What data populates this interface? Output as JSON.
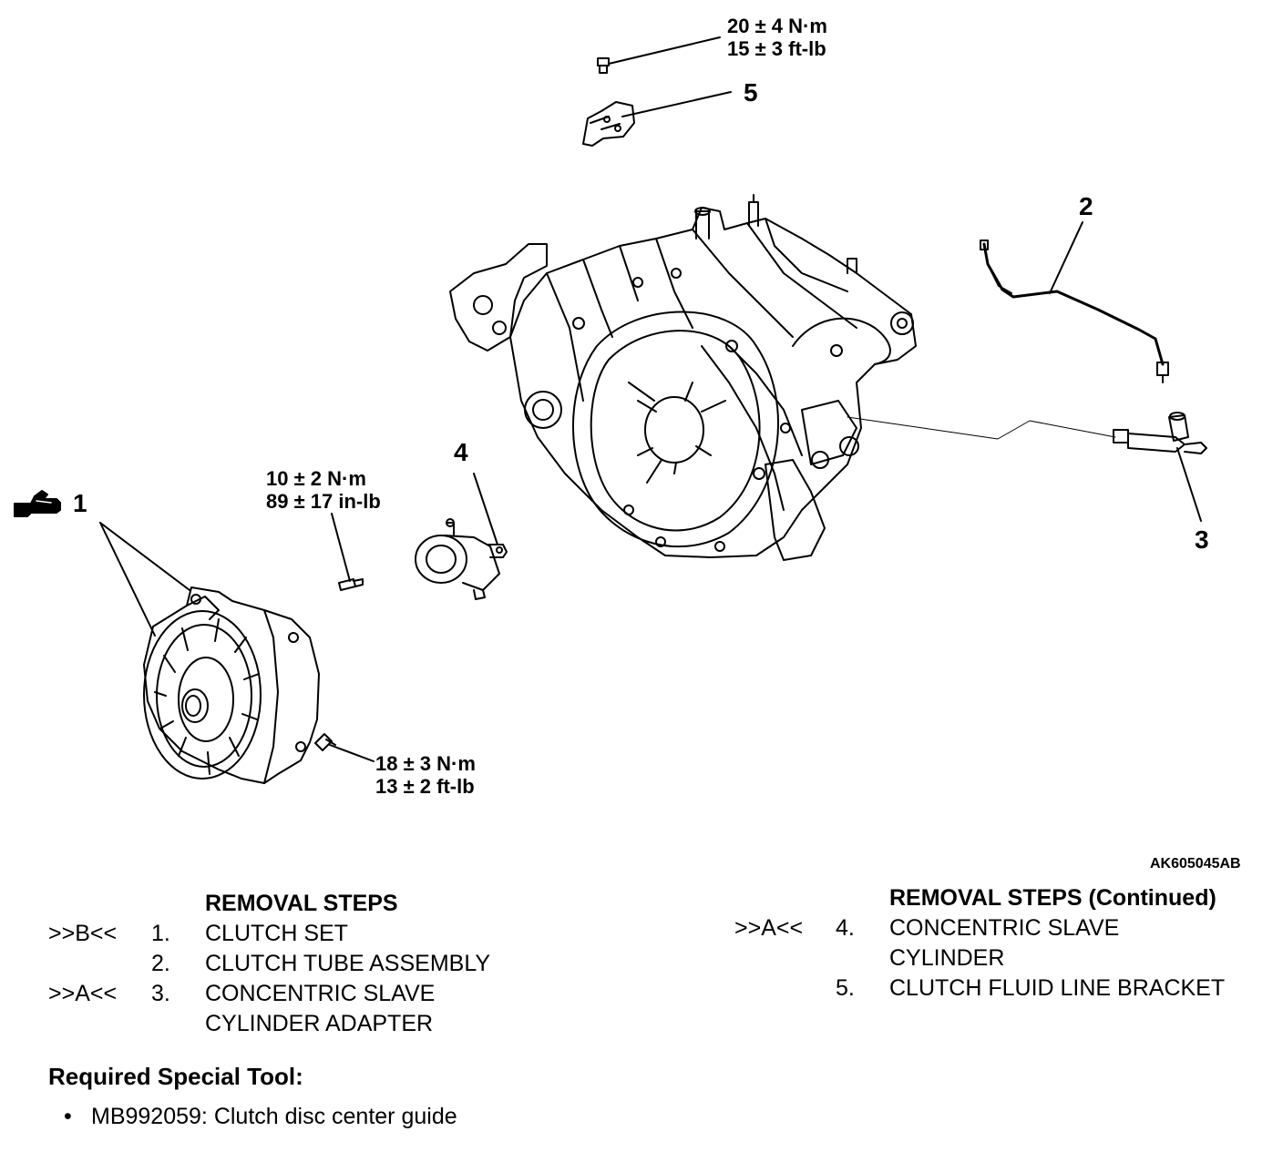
{
  "diagram": {
    "figure_id": "AK605045AB",
    "callouts": [
      "1",
      "2",
      "3",
      "4",
      "5"
    ],
    "torques": {
      "bracket_bolt": [
        "20 ± 4 N·m",
        "15 ± 3 ft-lb"
      ],
      "slave_cylinder_bolt": [
        "10 ± 2 N·m",
        "89 ± 17 in-lb"
      ],
      "clutch_cover_bolt": [
        "18 ± 3 N·m",
        "13 ± 2 ft-lb"
      ]
    },
    "icons": {
      "part1": "special-tool-icon"
    }
  },
  "removal_steps": {
    "heading": "REMOVAL STEPS",
    "items": [
      {
        "ref": ">>B<<",
        "num": "1.",
        "lines": [
          "CLUTCH SET"
        ]
      },
      {
        "ref": "",
        "num": "2.",
        "lines": [
          "CLUTCH TUBE ASSEMBLY"
        ]
      },
      {
        "ref": ">>A<<",
        "num": "3.",
        "lines": [
          "CONCENTRIC SLAVE",
          "CYLINDER ADAPTER"
        ]
      }
    ]
  },
  "removal_steps_continued": {
    "heading": "REMOVAL STEPS (Continued)",
    "items": [
      {
        "ref": ">>A<<",
        "num": "4.",
        "lines": [
          "CONCENTRIC SLAVE",
          "CYLINDER"
        ]
      },
      {
        "ref": "",
        "num": "5.",
        "lines": [
          "CLUTCH FLUID LINE BRACKET"
        ]
      }
    ]
  },
  "special_tool": {
    "title": "Required Special Tool:",
    "bullet": "•",
    "items": [
      "MB992059: Clutch disc center guide"
    ]
  }
}
